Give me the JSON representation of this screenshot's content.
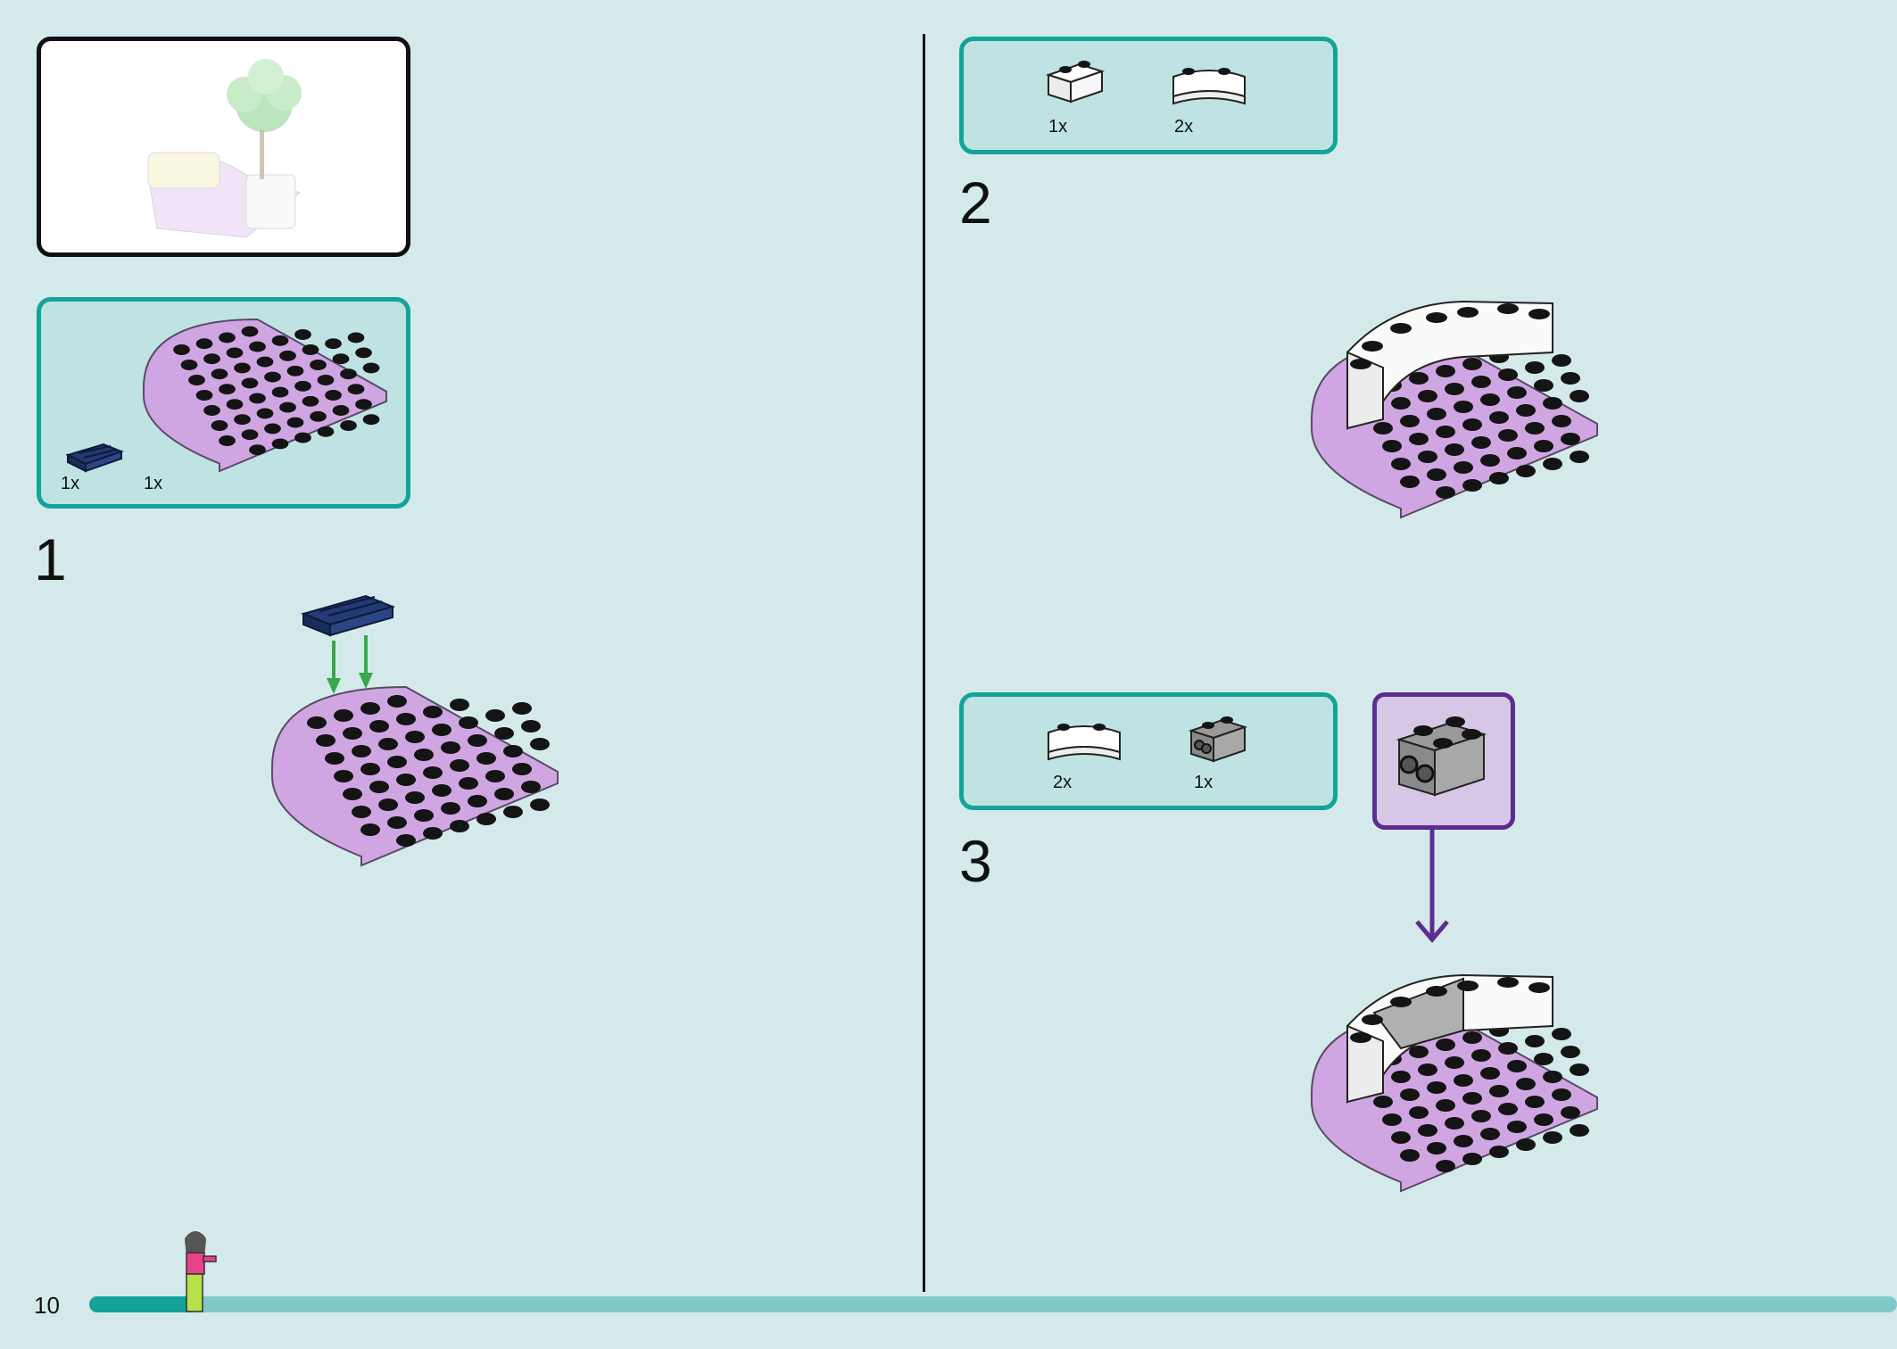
{
  "page": {
    "number": "10",
    "progress_fraction": 0.06
  },
  "colors": {
    "background": "#d4eaea",
    "parts_border": "#14a39a",
    "parts_fill": "#bfe3e3",
    "plate": "#cfa6e2",
    "stud": "#141414",
    "accent_purple": "#5d2c91",
    "arrow_green": "#38a84a",
    "progress": "#14a39a",
    "progress_track": "#7fcac6"
  },
  "preview": {
    "icon": "finished-model-preview"
  },
  "steps": [
    {
      "number": "1",
      "parts": [
        {
          "qty": "1x",
          "icon": "dark-blue-grille-tile"
        },
        {
          "qty": "1x",
          "icon": "lavender-round-plate"
        }
      ]
    },
    {
      "number": "2",
      "parts": [
        {
          "qty": "1x",
          "icon": "white-brick-1x2"
        },
        {
          "qty": "2x",
          "icon": "white-curved-brick"
        }
      ]
    },
    {
      "number": "3",
      "parts": [
        {
          "qty": "2x",
          "icon": "white-curved-brick"
        },
        {
          "qty": "1x",
          "icon": "grey-brick-studs-on-side"
        }
      ],
      "callout_icon": "grey-brick-studs-on-side"
    }
  ]
}
